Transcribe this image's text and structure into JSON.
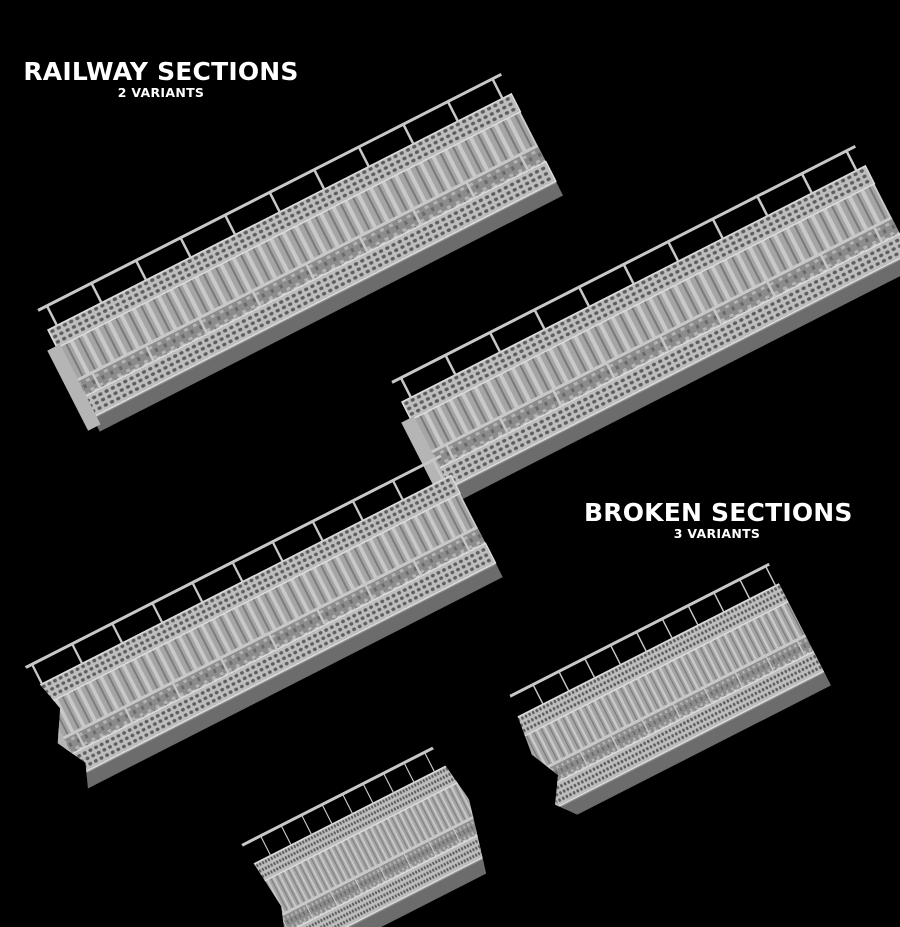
{
  "labels": {
    "railway": {
      "title": "RAILWAY SECTIONS",
      "subtitle": "2 VARIANTS"
    },
    "broken": {
      "title": "BROKEN SECTIONS",
      "subtitle": "3 VARIANTS"
    }
  },
  "colors": {
    "background": "#000000",
    "text": "#ffffff",
    "model_light": "#c8c8c8",
    "model_mid": "#9a9a9a",
    "model_dark": "#5a5a5a"
  }
}
